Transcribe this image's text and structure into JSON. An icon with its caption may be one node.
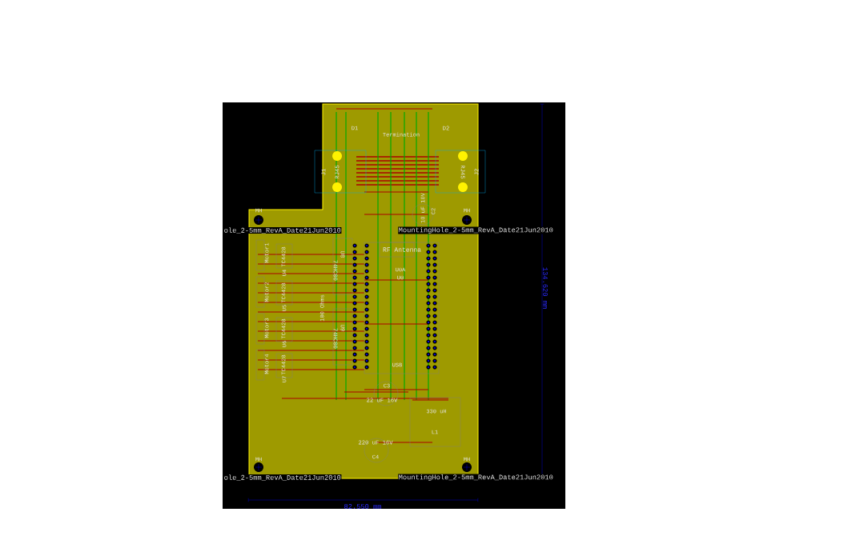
{
  "diagram": {
    "labels": [
      "D1",
      "D2",
      "Termination",
      "J1",
      "RJ45",
      "RJ45",
      "J2",
      "MH",
      "MH",
      "ole_2-5mm_RevA_Date21Jun2010",
      "MountingHole_2-5mm_RevA_Date21Jun2010",
      "10 uF 10V",
      "C2",
      "RF Antenna",
      "U0A",
      "U0",
      "U8",
      "74HC00",
      "Motor1",
      "TC4428",
      "U4",
      "Motor2",
      "TC4428",
      "U5",
      "100 Ohms",
      "U9",
      "74HC00",
      "Motor3",
      "TC4428",
      "U6",
      "Motor4",
      "TC4428",
      "U7",
      "USB",
      "C3",
      "22 uF 16V",
      "330 uH",
      "L1",
      "220 uF 16V",
      "C4",
      "MH",
      "MH",
      "ole_2-5mm_RevA_Date21Jun2010",
      "MountingHole_2-5mm_RevA_Date21Jun2010",
      "134.620 mm",
      "82.550 mm"
    ]
  }
}
